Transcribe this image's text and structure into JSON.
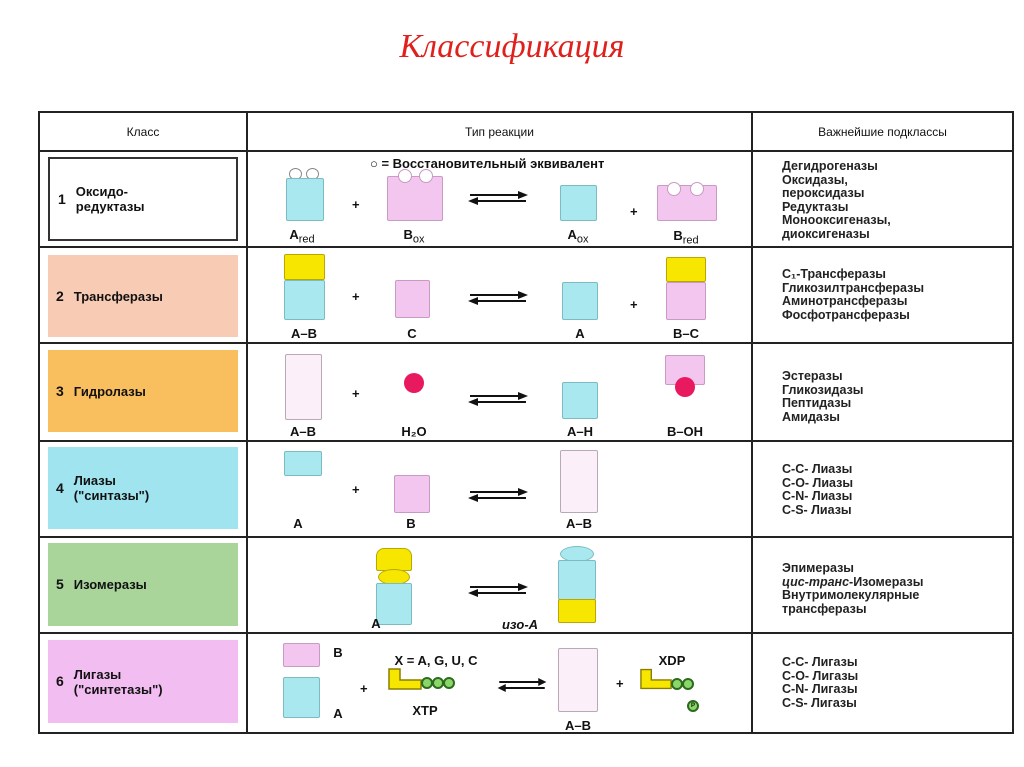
{
  "title": "Классификация",
  "headers": {
    "class": "Класс",
    "reaction": "Тип реакции",
    "subclasses": "Важнейшие подклассы"
  },
  "legend": "○ = Восстановительный эквивалент",
  "rows": [
    {
      "num": "1",
      "name": "Оксидо-\nредуктазы",
      "color": "#ffffff",
      "labels": {
        "a": "A",
        "a_sub": "red",
        "b": "B",
        "b_sub": "ox",
        "c": "A",
        "c_sub": "ox",
        "d": "B",
        "d_sub": "red"
      },
      "subclasses": "Дегидрогеназы\nОксидазы,\nпероксидазы\nРедуктазы\nМонооксигеназы,\nдиоксигеназы"
    },
    {
      "num": "2",
      "name": "Трансферазы",
      "color": "#f8cbb5",
      "labels": {
        "a": "A–B",
        "b": "C",
        "c": "A",
        "d": "B–C"
      },
      "subclasses": "C₁-Трансферазы\nГликозилтрансферазы\nАминотрансферазы\nФосфотрансферазы"
    },
    {
      "num": "3",
      "name": "Гидролазы",
      "color": "#f9be5e",
      "labels": {
        "a": "A–B",
        "b": "H₂O",
        "c": "A–H",
        "d": "B–OH"
      },
      "subclasses": "Эстеразы\nГликозидазы\nПептидазы\nАмидазы"
    },
    {
      "num": "4",
      "name": "Лиазы\n(\"синтазы\")",
      "color": "#9fe4ee",
      "labels": {
        "a": "A",
        "b": "B",
        "c": "A–B"
      },
      "subclasses": "C-C- Лиазы\nC-O- Лиазы\nC-N- Лиазы\nC-S- Лиазы"
    },
    {
      "num": "5",
      "name": "Изомеразы",
      "color": "#a9d59b",
      "labels": {
        "a": "A",
        "c": "изо-А"
      },
      "subclasses_parts": [
        "Эпимеразы",
        "цис-транс",
        "-Изомеразы",
        "Внутримолекулярные\nтрансферазы"
      ]
    },
    {
      "num": "6",
      "name": "Лигазы\n(\"синтетазы\")",
      "color": "#f2bdf0",
      "labels": {
        "b": "B",
        "a": "A",
        "x": "X = A, G, U, C",
        "xtp": "XTP",
        "c": "A–B",
        "xdp": "XDP",
        "p": "P"
      },
      "subclasses": "C-C- Лигазы\nC-O- Лигазы\nC-N- Лигазы\nC-S- Лигазы"
    }
  ],
  "plus": "+"
}
